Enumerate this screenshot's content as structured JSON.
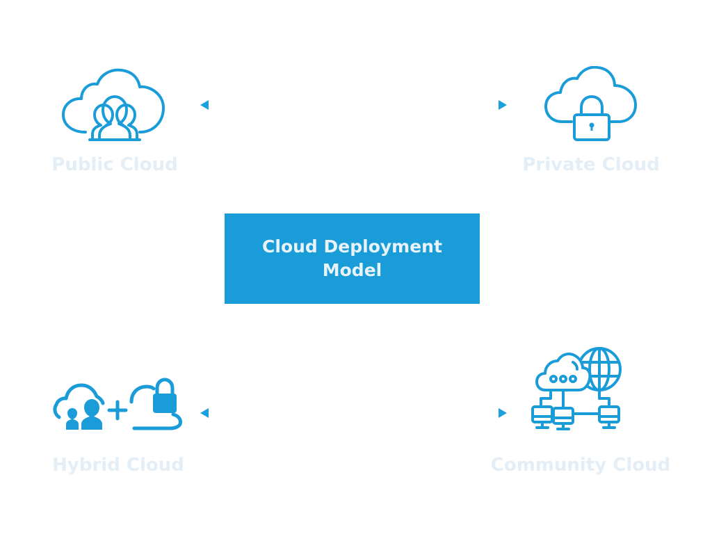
{
  "center": {
    "title": "Cloud Deployment\nModel"
  },
  "nodes": [
    {
      "id": "public",
      "label": "Public Cloud",
      "icon": "cloud-users-icon"
    },
    {
      "id": "private",
      "label": "Private Cloud",
      "icon": "cloud-lock-icon"
    },
    {
      "id": "hybrid",
      "label": "Hybrid Cloud",
      "icon": "hybrid-cloud-icon"
    },
    {
      "id": "community",
      "label": "Community Cloud",
      "icon": "cloud-network-globe-icon"
    }
  ],
  "colors": {
    "accent": "#1a9cd8",
    "line_start": "#1aa0dc",
    "line_end": "#4a5aa8",
    "label": "#e3eef7",
    "center_text": "#e8f2f9"
  }
}
